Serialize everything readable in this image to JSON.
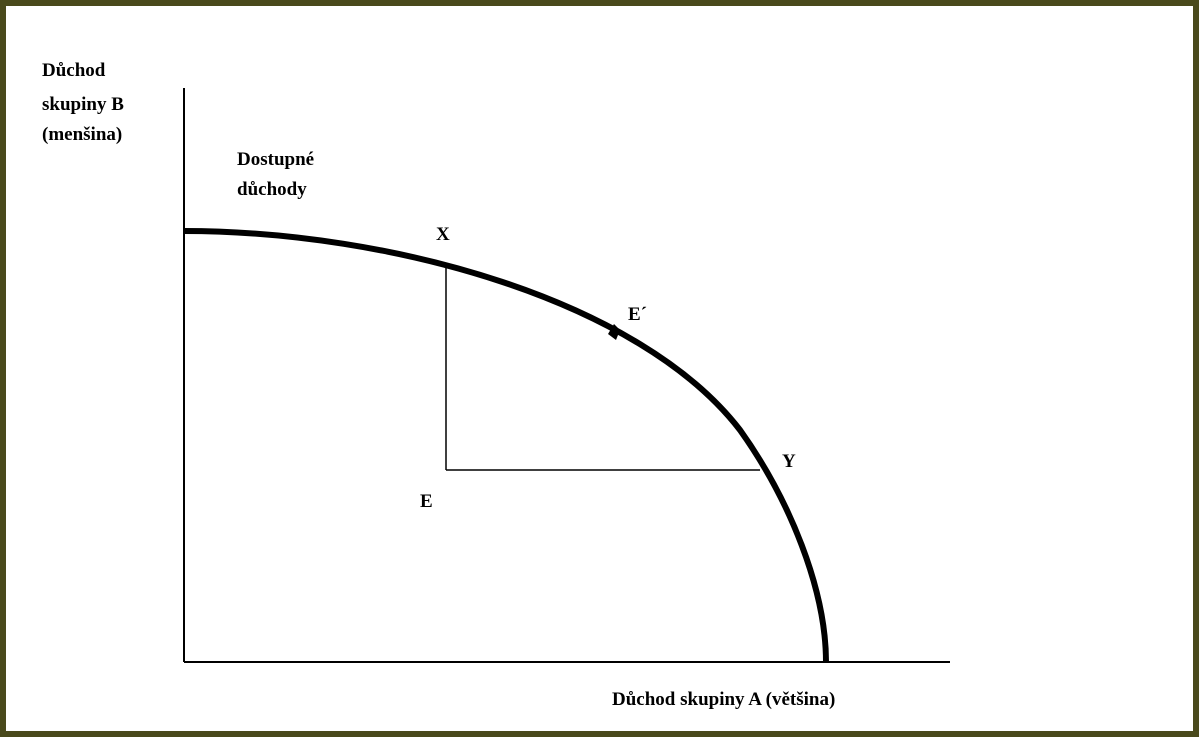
{
  "colors": {
    "border": "#4a4a1c",
    "background": "#ffffff",
    "ink": "#000000"
  },
  "labels": {
    "y_axis_line1": "Důchod",
    "y_axis_line2": "skupiny B",
    "y_axis_line3": "(menšina)",
    "frontier_line1": "Dostupné",
    "frontier_line2": "důchody",
    "x_axis": "Důchod skupiny A (většina)",
    "point_x": "X",
    "point_y": "Y",
    "point_e": "E",
    "point_e_prime": "E´"
  }
}
